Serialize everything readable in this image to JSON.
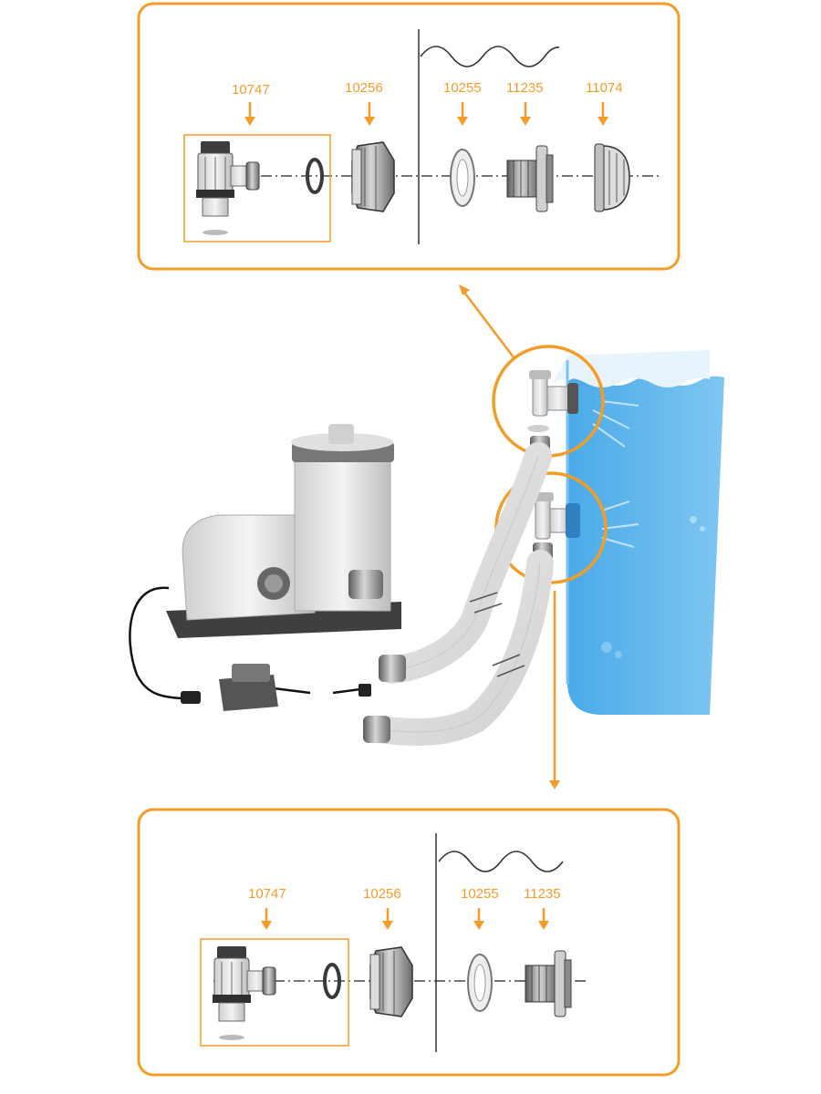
{
  "colors": {
    "accent": "#f39c28",
    "water": "#5ab4ec",
    "water_light": "#a9daf7",
    "part_dark": "#4a4a4a",
    "part_mid": "#8c8c8c",
    "part_light": "#d8d8d8"
  },
  "top_panel": {
    "labels": {
      "valve": "10747",
      "nut": "10256",
      "washer": "10255",
      "fitting": "11235",
      "strainer": "11074"
    }
  },
  "bottom_panel": {
    "labels": {
      "valve": "10747",
      "nut": "10256",
      "washer": "10255",
      "fitting": "11235"
    }
  },
  "icons": {
    "pump": "filter-pump-icon",
    "transformer": "transformer-icon",
    "plug": "plug-icon",
    "hose": "hose-icon",
    "pool": "pool-wall-icon"
  }
}
